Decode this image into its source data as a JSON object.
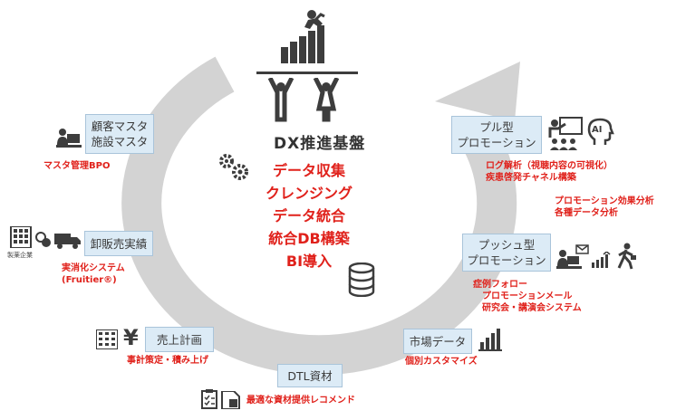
{
  "center": {
    "title": "DX推進基盤",
    "items": [
      "データ収集",
      "クレンジング",
      "データ統合",
      "統合DB構築",
      "BI導入"
    ]
  },
  "boxes": {
    "customer_master": {
      "line1": "顧客マスタ",
      "line2": "施設マスタ"
    },
    "wholesale": {
      "label": "卸販売実績"
    },
    "sales_plan": {
      "label": "売上計画"
    },
    "dtl": {
      "label": "DTL資材"
    },
    "market": {
      "label": "市場データ"
    },
    "push": {
      "line1": "プッシュ型",
      "line2": "プロモーション"
    },
    "pull": {
      "line1": "プル型",
      "line2": "プロモーション"
    }
  },
  "notes": {
    "master_bpo": "マスタ管理BPO",
    "fruitier_1": "実消化システム",
    "fruitier_2": "(Fruitier®)",
    "plan": "事計策定・積み上げ",
    "dtl": "最適な資材提供レコメンド",
    "market": "個別カスタマイズ",
    "push_1": "症例フォロー",
    "push_2": "プロモーションメール",
    "push_3": "研究会・講演会システム",
    "analysis_1": "プロモーション効果分析",
    "analysis_2": "各種データ分析",
    "pull_1": "ログ解析（視聴内容の可視化）",
    "pull_2": "疾患啓発チャネル構築"
  },
  "labels": {
    "pharma": "製薬企業",
    "ai": "AI"
  },
  "icons": {
    "yen": "¥"
  },
  "colors": {
    "accent": "#e0211b",
    "box_fill": "#dcebf6",
    "arrow": "#d3d3d3"
  }
}
